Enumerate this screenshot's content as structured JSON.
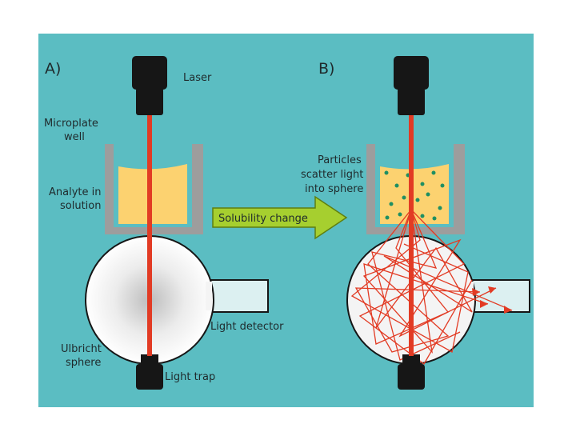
{
  "panel_a": {
    "label": "A)",
    "laser": "Laser",
    "well_line1": "Microplate",
    "well_line2": "well",
    "analyte_line1": "Analyte in",
    "analyte_line2": "solution",
    "detector": "Light detector",
    "sphere_line1": "Ulbricht",
    "sphere_line2": "sphere",
    "trap": "Light trap"
  },
  "panel_b": {
    "label": "B)",
    "particles_line1": "Particles",
    "particles_line2": "scatter light",
    "particles_line3": "into sphere"
  },
  "transition": {
    "label": "Solubility change"
  },
  "colors": {
    "background": "#5bbdc2",
    "laser_beam": "#e23b24",
    "solution": "#fcd270",
    "well": "#9d9d9d",
    "device": "#161616",
    "arrow": "#a6cf2f",
    "particles": "#1f8f62",
    "detector": "#dcf0f1"
  }
}
